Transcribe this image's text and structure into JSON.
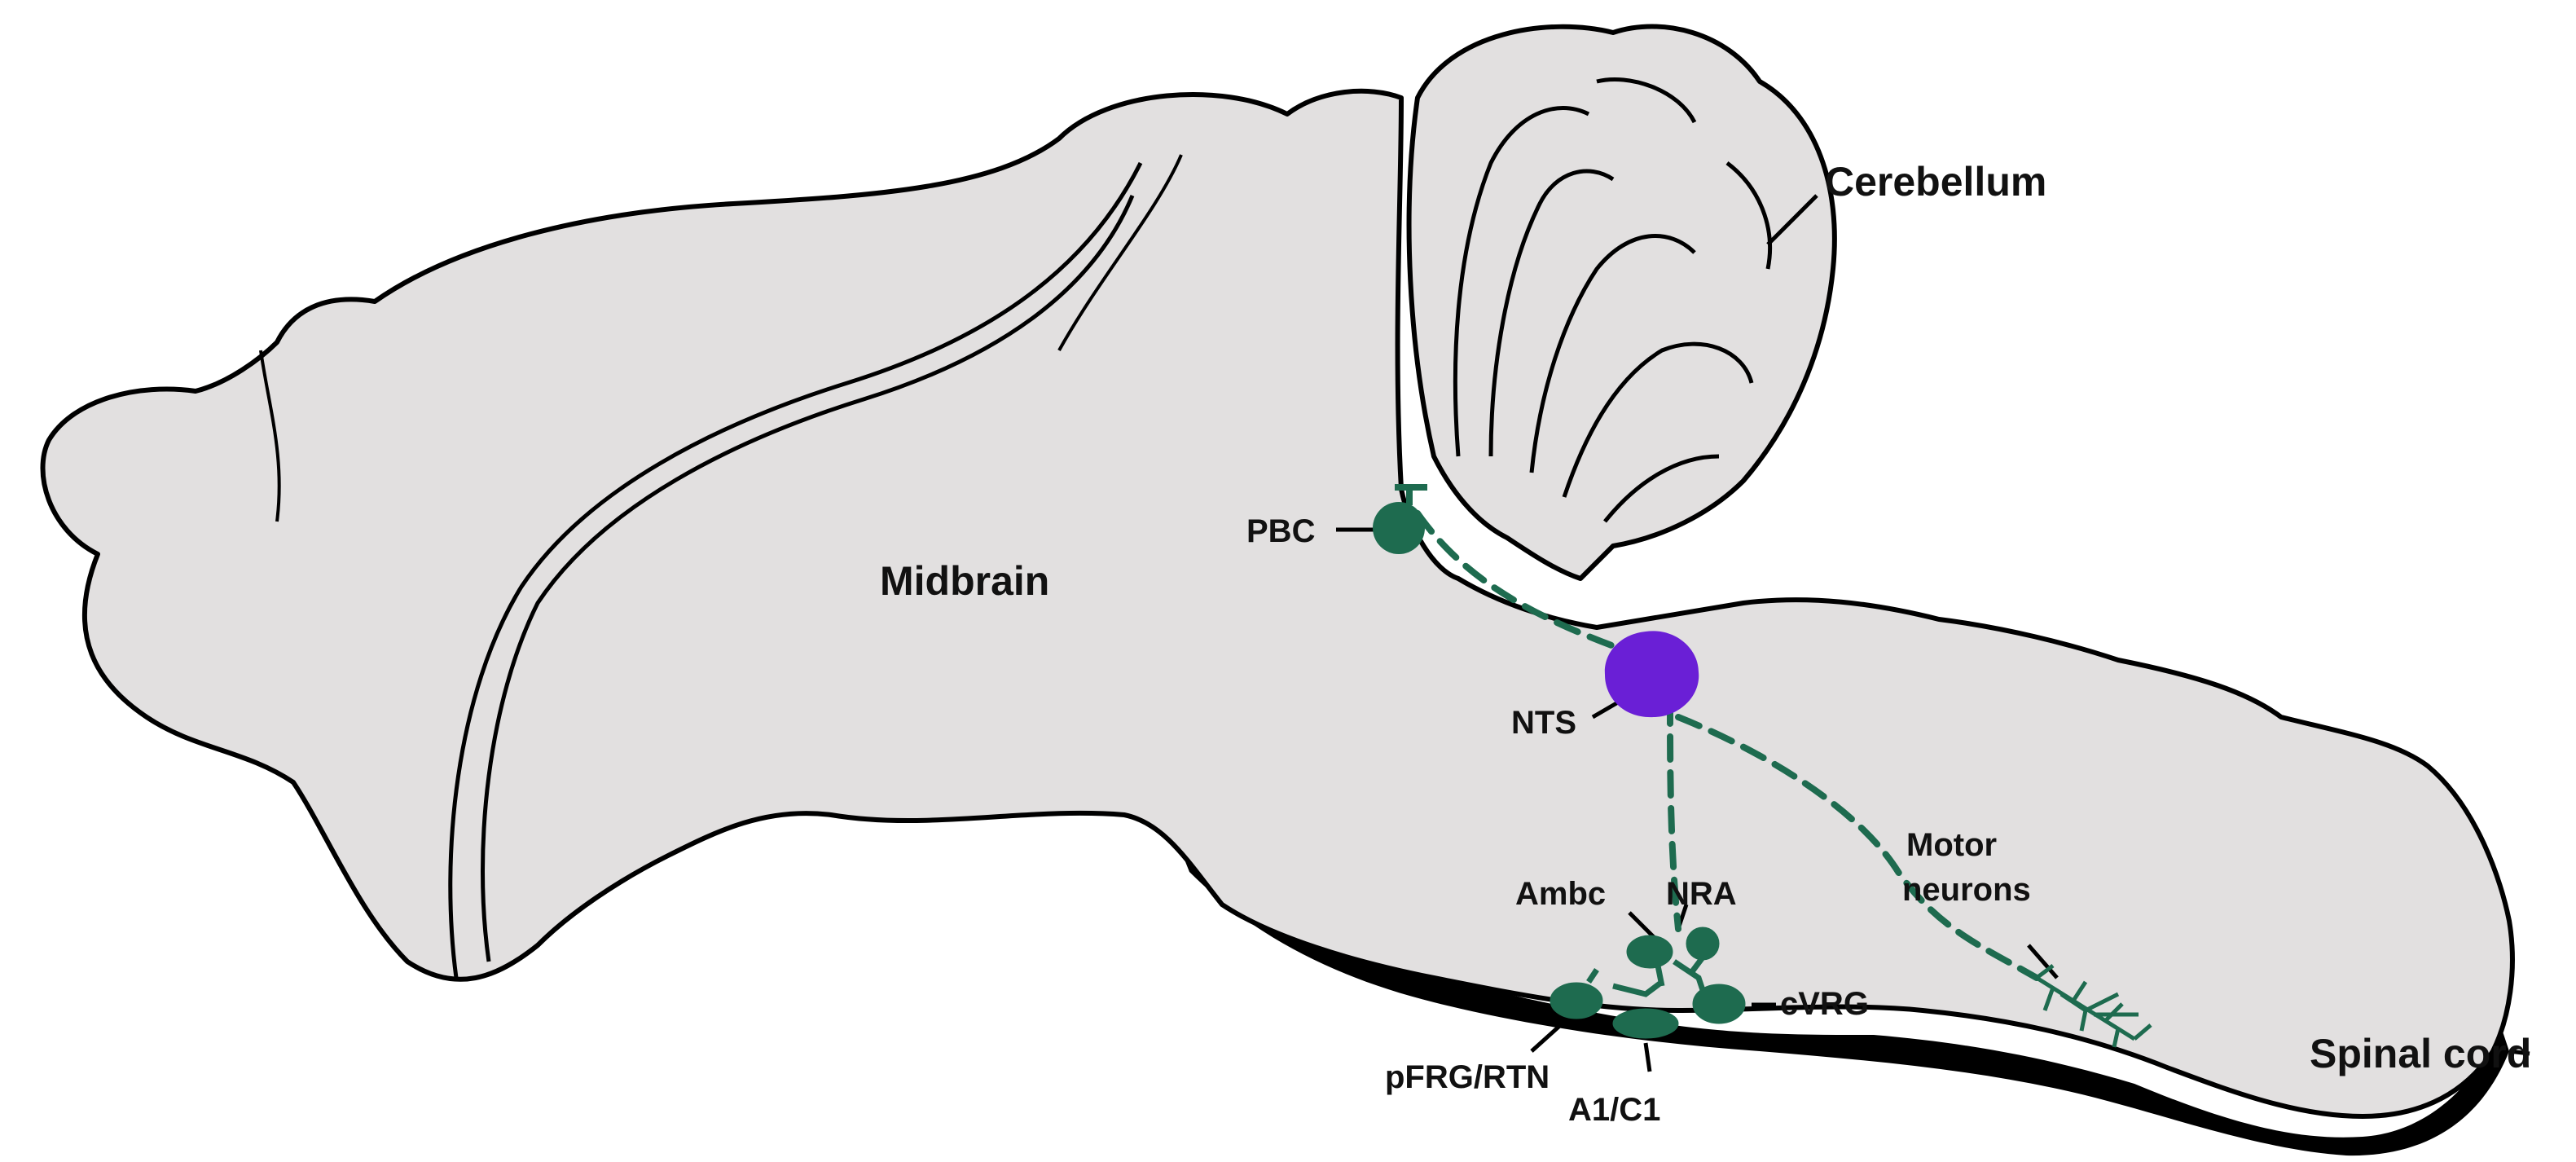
{
  "labels": {
    "cerebellum": "Cerebellum",
    "midbrain": "Midbrain",
    "spinal_cord": "Spinal cord",
    "pbc": "PBC",
    "nts": "NTS",
    "ambc": "Ambc",
    "nra": "NRA",
    "motor": "Motor",
    "neurons": "neurons",
    "cvrg": "cVRG",
    "pfrg_rtn": "pFRG/RTN",
    "a1c1": "A1/C1"
  },
  "colors": {
    "brain_fill": "#e2e0e0",
    "outline": "#000000",
    "shadow": "#000000",
    "pathway_green": "#1e6b4f",
    "nts_purple": "#6a1fd6"
  }
}
